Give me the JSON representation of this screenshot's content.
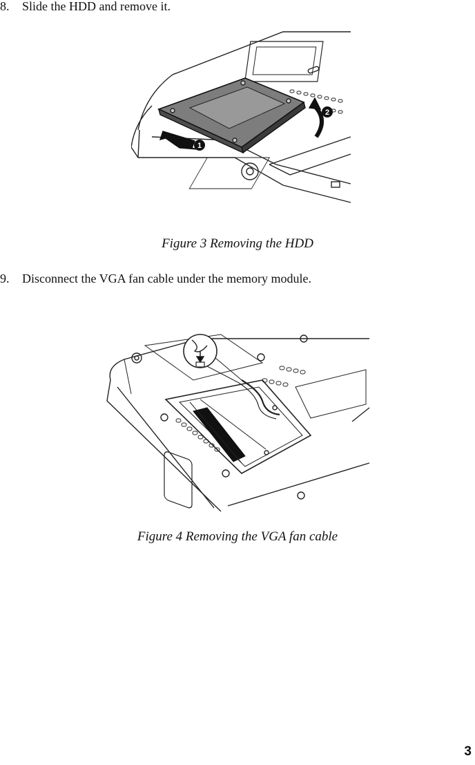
{
  "steps": [
    {
      "num": "8.",
      "text": "Slide the HDD and remove it."
    },
    {
      "num": "9.",
      "text": "Disconnect the VGA fan cable under the  memory module."
    }
  ],
  "figures": [
    {
      "caption": "Figure 3  Removing the HDD",
      "callouts": [
        "1",
        "2"
      ]
    },
    {
      "caption": "Figure 4  Removing the VGA fan cable"
    }
  ],
  "page_number": "3"
}
